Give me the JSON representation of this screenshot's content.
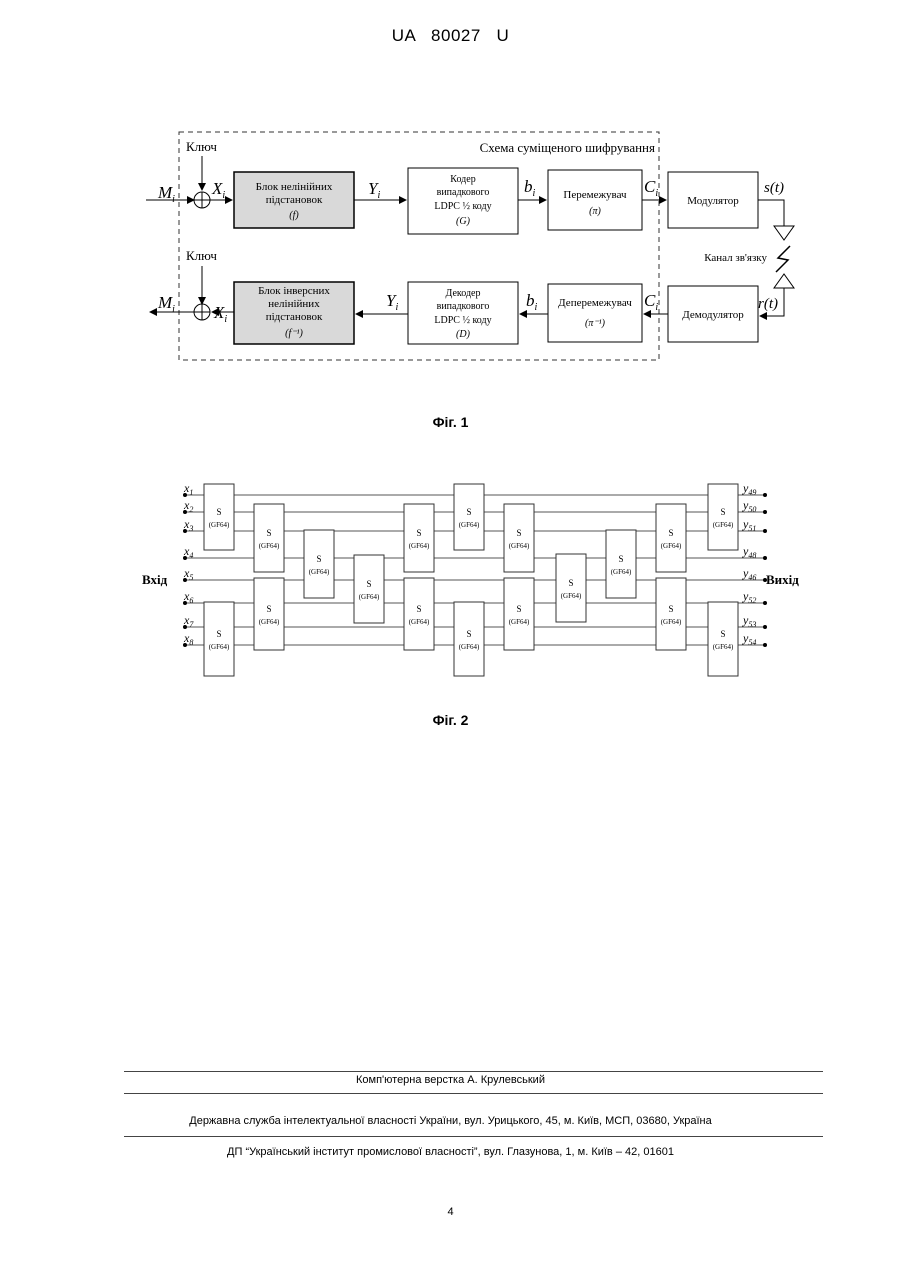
{
  "header": {
    "patent_id": "UA   80027   U"
  },
  "fig1": {
    "caption": "Фіг. 1",
    "scheme_title": "Схема суміщеного шифрування",
    "key_top": "Ключ",
    "key_bottom": "Ключ",
    "m_in": "M",
    "m_in_sub": "i",
    "m_out": "M",
    "m_out_sub": "i",
    "x_top": "X",
    "x_top_sub": "i",
    "x_bottom": "X",
    "x_bottom_sub": "i",
    "y_top": "Y",
    "y_top_sub": "i",
    "y_bottom": "Y",
    "y_bottom_sub": "i",
    "b_top": "b",
    "b_top_sub": "i",
    "b_bottom": "b",
    "b_bottom_sub": "i",
    "c_top": "C",
    "c_top_sub": "i",
    "c_bottom": "C",
    "c_bottom_sub": "i",
    "s_t": "s(t)",
    "r_t": "r(t)",
    "channel_label": "Канал зв'язку",
    "block_substitution": [
      "Блок нелінійних",
      "підстановок",
      "(f)"
    ],
    "block_encoder": [
      "Кодер",
      "випадкового",
      "LDPC ½ коду",
      "(G)"
    ],
    "block_interleaver": [
      "Перемежувач",
      "(π)"
    ],
    "block_modulator": "Модулятор",
    "block_inverse": [
      "Блок інверсних",
      "нелінійних",
      "підстановок",
      "(f⁻¹)"
    ],
    "block_decoder": [
      "Декодер",
      "випадкового",
      "LDPC ½ коду",
      "(D)"
    ],
    "block_deinterleaver": [
      "Деперемежувач",
      "(π⁻¹)"
    ],
    "block_demodulator": "Демодулятор"
  },
  "fig2": {
    "caption": "Фіг. 2",
    "input_label": "Вхід",
    "output_label": "Вихід",
    "s_label": "S",
    "s_sub": "(GF64)",
    "inputs": [
      {
        "v": "x",
        "s": "1"
      },
      {
        "v": "x",
        "s": "2"
      },
      {
        "v": "x",
        "s": "3"
      },
      {
        "v": "x",
        "s": "4"
      },
      {
        "v": "x",
        "s": "5"
      },
      {
        "v": "x",
        "s": "6"
      },
      {
        "v": "x",
        "s": "7"
      },
      {
        "v": "x",
        "s": "8"
      }
    ],
    "outputs": [
      {
        "v": "y",
        "s": "49"
      },
      {
        "v": "y",
        "s": "50"
      },
      {
        "v": "y",
        "s": "51"
      },
      {
        "v": "y",
        "s": "48"
      },
      {
        "v": "y",
        "s": "46"
      },
      {
        "v": "y",
        "s": "52"
      },
      {
        "v": "y",
        "s": "53"
      },
      {
        "v": "y",
        "s": "54"
      }
    ]
  },
  "footer": {
    "layout_credit": "Комп'ютерна верстка А. Крулевський",
    "agency": "Державна служба інтелектуальної власності України, вул. Урицького, 45, м. Київ, МСП, 03680, Україна",
    "institute": "ДП “Український інститут промислової власності”, вул. Глазунова, 1, м. Київ – 42, 01601",
    "page_number": "4"
  }
}
